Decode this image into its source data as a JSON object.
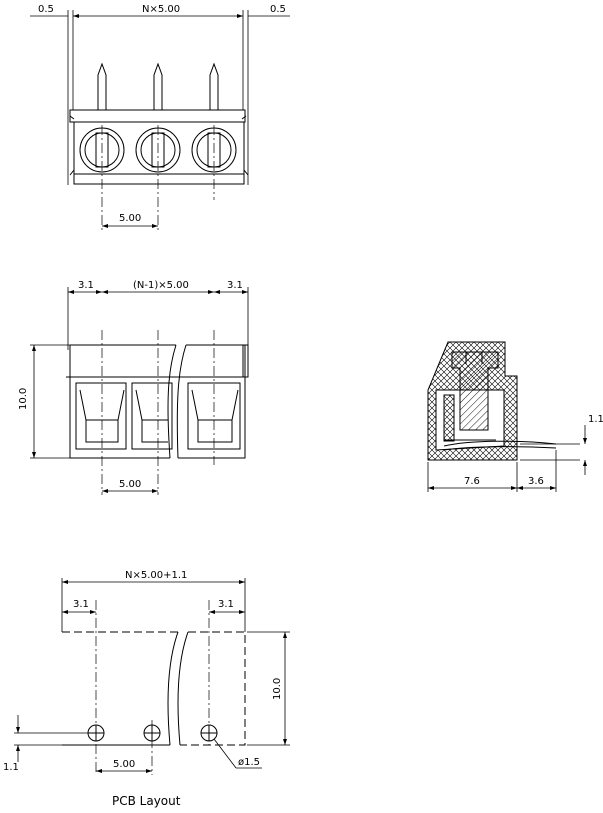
{
  "top_view": {
    "dim_left_margin": "0.5",
    "dim_span": "N×5.00",
    "dim_right_margin": "0.5",
    "dim_pitch": "5.00"
  },
  "front_view": {
    "dim_left": "3.1",
    "dim_span": "(N-1)×5.00",
    "dim_right": "3.1",
    "dim_height": "10.0",
    "dim_pitch": "5.00"
  },
  "side_view": {
    "dim_offset": "1.1",
    "dim_width": "7.6",
    "dim_pin": "3.6"
  },
  "pcb_layout": {
    "dim_total": "N×5.00+1.1",
    "dim_left": "3.1",
    "dim_right": "3.1",
    "dim_height": "10.0",
    "dim_offset": "1.1",
    "dim_pitch": "5.00",
    "dim_hole": "ø1.5",
    "caption": "PCB Layout"
  }
}
